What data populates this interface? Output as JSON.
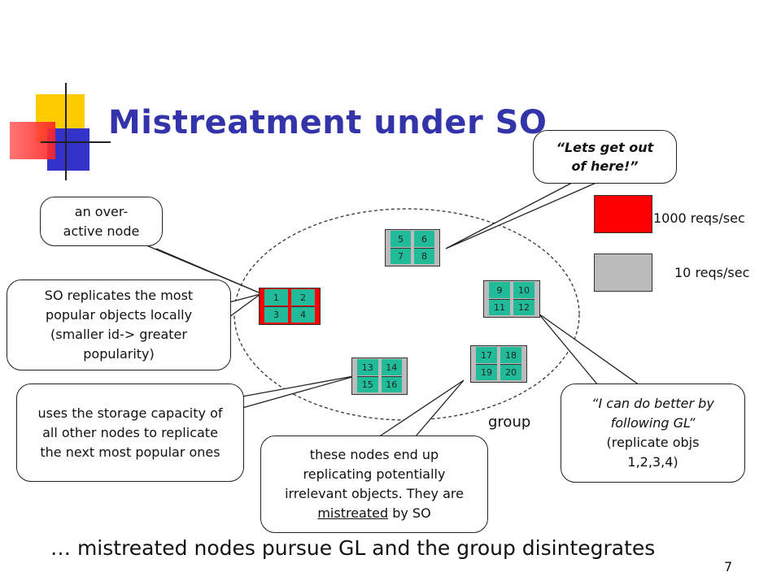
{
  "slide": {
    "title": "Mistreatment under SO",
    "page_number": "7",
    "footer": "… mistreated nodes pursue GL and the group disintegrates",
    "group_label": "group"
  },
  "legend": {
    "high": {
      "label": "1000 reqs/sec",
      "color": "#ff0000"
    },
    "low": {
      "label": "10 reqs/sec",
      "color": "#bbbbbb"
    }
  },
  "callouts": {
    "overactive": "an over-active node",
    "so_replicates": "SO replicates the most popular objects locally (smaller id-> greater popularity)",
    "uses_storage": "uses the storage capacity of all other nodes to replicate the next most popular ones",
    "nodes_end_up_prefix": "these nodes end up replicating potentially irrelevant objects. They are ",
    "nodes_end_up_underlined": "mistreated",
    "nodes_end_up_suffix": " by SO",
    "get_out": "“Lets get out of here!”",
    "do_better_quote": "“I can do better by following GL”",
    "do_better_detail": "(replicate objs 1,2,3,4)"
  },
  "nodes": [
    {
      "id": "node-a",
      "frame_color": "#ff0000",
      "objects": [
        "1",
        "2",
        "3",
        "4"
      ]
    },
    {
      "id": "node-b",
      "frame_color": "#bbbbbb",
      "objects": [
        "5",
        "6",
        "7",
        "8"
      ]
    },
    {
      "id": "node-c",
      "frame_color": "#bbbbbb",
      "objects": [
        "9",
        "10",
        "11",
        "12"
      ]
    },
    {
      "id": "node-d",
      "frame_color": "#bbbbbb",
      "objects": [
        "13",
        "14",
        "15",
        "16"
      ]
    },
    {
      "id": "node-e",
      "frame_color": "#bbbbbb",
      "objects": [
        "17",
        "18",
        "19",
        "20"
      ]
    }
  ]
}
